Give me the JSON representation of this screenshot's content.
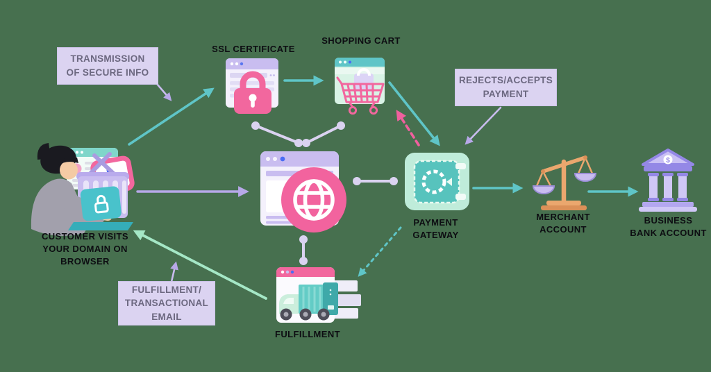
{
  "title": "E-commerce secure payment flow diagram",
  "background_color": "#47704F",
  "palette": {
    "teal_arrow": "#5FC5C7",
    "mint_arrow": "#A5E7C6",
    "lavender_arrow": "#B7A8E8",
    "pink_arrow": "#F0609E",
    "connector": "#DAD2F0",
    "note_box_bg": "#DBD3F1",
    "note_box_text": "#6C6880",
    "node_label_text": "#0D0D12",
    "globe_pink": "#F2639E",
    "safe_mint": "#BFECDA",
    "safe_teal": "#57C3BD",
    "scale_orange": "#EBA76E",
    "bank_purple": "#9488E6"
  },
  "annotations": {
    "transmission": {
      "lines": [
        "TRANSMISSION",
        "OF SECURE INFO"
      ]
    },
    "rejects_accepts": {
      "lines": [
        "REJECTS/ACCEPTS",
        "PAYMENT"
      ]
    },
    "fulfillment_email": {
      "lines": [
        "FULFILLMENT/",
        "TRANSACTIONAL",
        "EMAIL"
      ]
    }
  },
  "nodes": {
    "customer": {
      "lines": [
        "CUSTOMER VISITS",
        "YOUR DOMAIN ON",
        "BROWSER"
      ],
      "icon": "person-at-laptop-icon"
    },
    "ssl_certificate": {
      "lines": [
        "SSL CERTIFICATE"
      ],
      "icon": "browser-padlock-icon"
    },
    "shopping_cart": {
      "lines": [
        "SHOPPING CART"
      ],
      "icon": "browser-cart-icon"
    },
    "website": {
      "icon": "browser-globe-icon"
    },
    "payment_gateway": {
      "lines": [
        "PAYMENT",
        "GATEWAY"
      ],
      "icon": "safe-vault-icon"
    },
    "merchant_account": {
      "lines": [
        "MERCHANT",
        "ACCOUNT"
      ],
      "icon": "balance-scale-icon"
    },
    "business_bank_account": {
      "lines": [
        "BUSINESS",
        "BANK ACCOUNT"
      ],
      "badge": "$",
      "icon": "bank-building-icon"
    },
    "fulfillment": {
      "lines": [
        "FULFILLMENT"
      ],
      "icon": "browser-truck-icon"
    }
  },
  "edges": [
    {
      "from": "customer",
      "to": "ssl_certificate",
      "style": "solid",
      "color": "teal"
    },
    {
      "from": "ssl_certificate",
      "to": "shopping_cart",
      "style": "solid",
      "color": "teal"
    },
    {
      "from": "shopping_cart",
      "to": "payment_gateway",
      "style": "solid",
      "color": "teal"
    },
    {
      "from": "payment_gateway",
      "to": "shopping_cart",
      "style": "dashed",
      "color": "pink"
    },
    {
      "from": "payment_gateway",
      "to": "merchant_account",
      "style": "solid",
      "color": "teal"
    },
    {
      "from": "merchant_account",
      "to": "business_bank_account",
      "style": "solid",
      "color": "teal"
    },
    {
      "from": "customer",
      "to": "website",
      "style": "solid",
      "color": "lavender"
    },
    {
      "from": "payment_gateway",
      "to": "fulfillment",
      "style": "dashed",
      "color": "teal"
    },
    {
      "from": "fulfillment",
      "to": "customer",
      "style": "solid",
      "color": "mint"
    },
    {
      "from": "ssl_certificate",
      "to": "website",
      "style": "dot-connector",
      "color": "lavender"
    },
    {
      "from": "shopping_cart",
      "to": "website",
      "style": "dot-connector",
      "color": "lavender"
    },
    {
      "from": "website",
      "to": "payment_gateway",
      "style": "dot-connector",
      "color": "lavender"
    },
    {
      "from": "website",
      "to": "fulfillment",
      "style": "dot-connector",
      "color": "lavender"
    }
  ]
}
